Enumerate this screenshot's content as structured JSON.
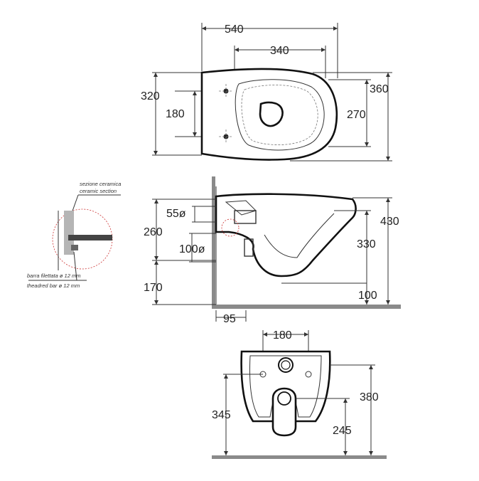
{
  "top_view": {
    "width": "540",
    "inner_width": "340",
    "left_height": "320",
    "bolt_spacing": "180",
    "inner_height": "270",
    "right_height": "360"
  },
  "side_view": {
    "detail_label_it": "sezione ceramica",
    "detail_label_en": "ceramic section",
    "bar_label_it": "barra filettata ø 12 mm",
    "bar_label_en": "theadred bar ø 12 mm",
    "dim_55": "55ø",
    "dim_260": "260",
    "dim_100d": "100ø",
    "dim_170": "170",
    "dim_95": "95",
    "dim_430": "430",
    "dim_330": "330",
    "dim_100": "100"
  },
  "rear_view": {
    "width": "180",
    "left_height": "345",
    "right_height": "380",
    "outlet_height": "245"
  },
  "colors": {
    "line": "#333333",
    "outline": "#111111",
    "floor": "#8a8a8a"
  }
}
